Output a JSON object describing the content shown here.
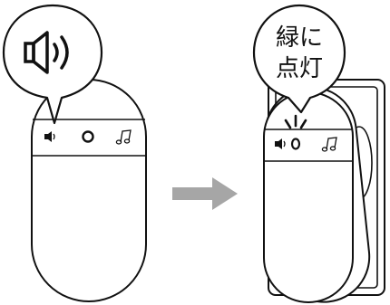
{
  "before": {
    "speaker_bubble_icon": "speaker-with-sound-waves",
    "device_icons": [
      "speaker-icon",
      "circle-led-icon",
      "music-note-icon"
    ]
  },
  "arrow": {
    "direction": "right",
    "color": "#a6a6a6"
  },
  "after": {
    "bubble": {
      "line1": "緑に",
      "line2": "点灯"
    },
    "device_icons": [
      "speaker-icon",
      "circle-led-icon",
      "music-note-icon"
    ],
    "indicator": "led-light-rays"
  }
}
